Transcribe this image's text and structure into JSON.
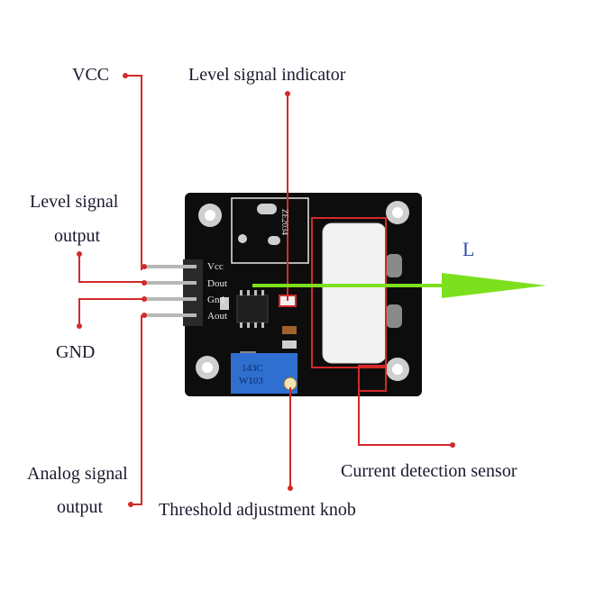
{
  "labels": {
    "vcc": "VCC",
    "level_indicator": "Level signal indicator",
    "level_output_line1": "Level signal",
    "level_output_line2": "output",
    "gnd": "GND",
    "analog_output_line1": "Analog signal",
    "analog_output_line2": "output",
    "threshold_knob": "Threshold adjustment knob",
    "current_sensor": "Current detection sensor",
    "direction": "L"
  },
  "pin_labels": [
    "Vcc",
    "Dout",
    "Gnd",
    "Aout"
  ],
  "board_text": {
    "chip_marking": "ZE2034",
    "pot_marking_1": "143C",
    "pot_marking_2": "W103"
  },
  "colors": {
    "leader_line": "#d42a2a",
    "arrow": "#7de01e",
    "pcb": "#0d0d0d",
    "potentiometer": "#2f6fd0",
    "sensor_body": "#f2f2f2"
  }
}
